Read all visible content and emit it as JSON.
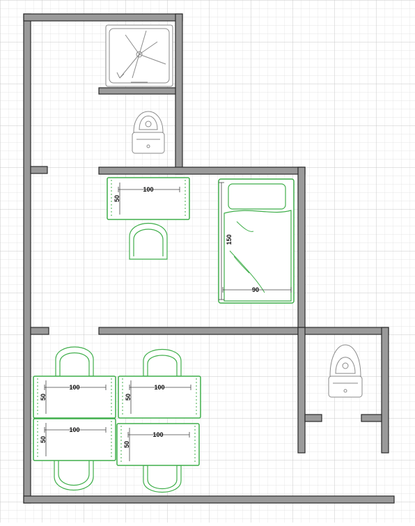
{
  "colors": {
    "wall_fill": "#9a9a9a",
    "wall_stroke": "#2b2b2b",
    "grid_minor": "#dedede",
    "grid_major": "#c9c9c9",
    "furniture_green": "#3fae4a",
    "fixture_gray": "#8a8a8a",
    "label": "#111111"
  },
  "desks": [
    {
      "id": "desk-1",
      "width_label": "100",
      "depth_label": "50"
    },
    {
      "id": "desk-2",
      "width_label": "100",
      "depth_label": "50"
    },
    {
      "id": "desk-3",
      "width_label": "100",
      "depth_label": "50"
    },
    {
      "id": "desk-4",
      "width_label": "100",
      "depth_label": "50"
    },
    {
      "id": "desk-5",
      "width_label": "100",
      "depth_label": "50"
    }
  ],
  "bed": {
    "length_label": "150",
    "width_label": "90"
  },
  "fixtures": {
    "shower_icon": "shower-icon",
    "toilet_icon": "toilet-icon",
    "chair_icon": "chair-icon",
    "bed_icon": "bed-icon"
  }
}
